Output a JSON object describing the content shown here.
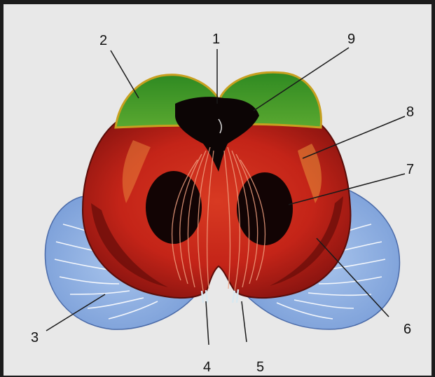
{
  "labels": {
    "l1": "1",
    "l2": "2",
    "l3": "3",
    "l4": "4",
    "l5": "5",
    "l6": "6",
    "l7": "7",
    "l8": "8",
    "l9": "9"
  },
  "colors": {
    "background": "#e8e8e8",
    "frame": "#1c1c1c",
    "red_body": "#c8241a",
    "dark_red": "#7a1010",
    "green_cap": "#3e9a2c",
    "yellow_edge": "#d8b020",
    "black_cavity": "#0c0505",
    "blue_lobes": "#8fb0e0",
    "leader_line": "#1a1a1a"
  }
}
